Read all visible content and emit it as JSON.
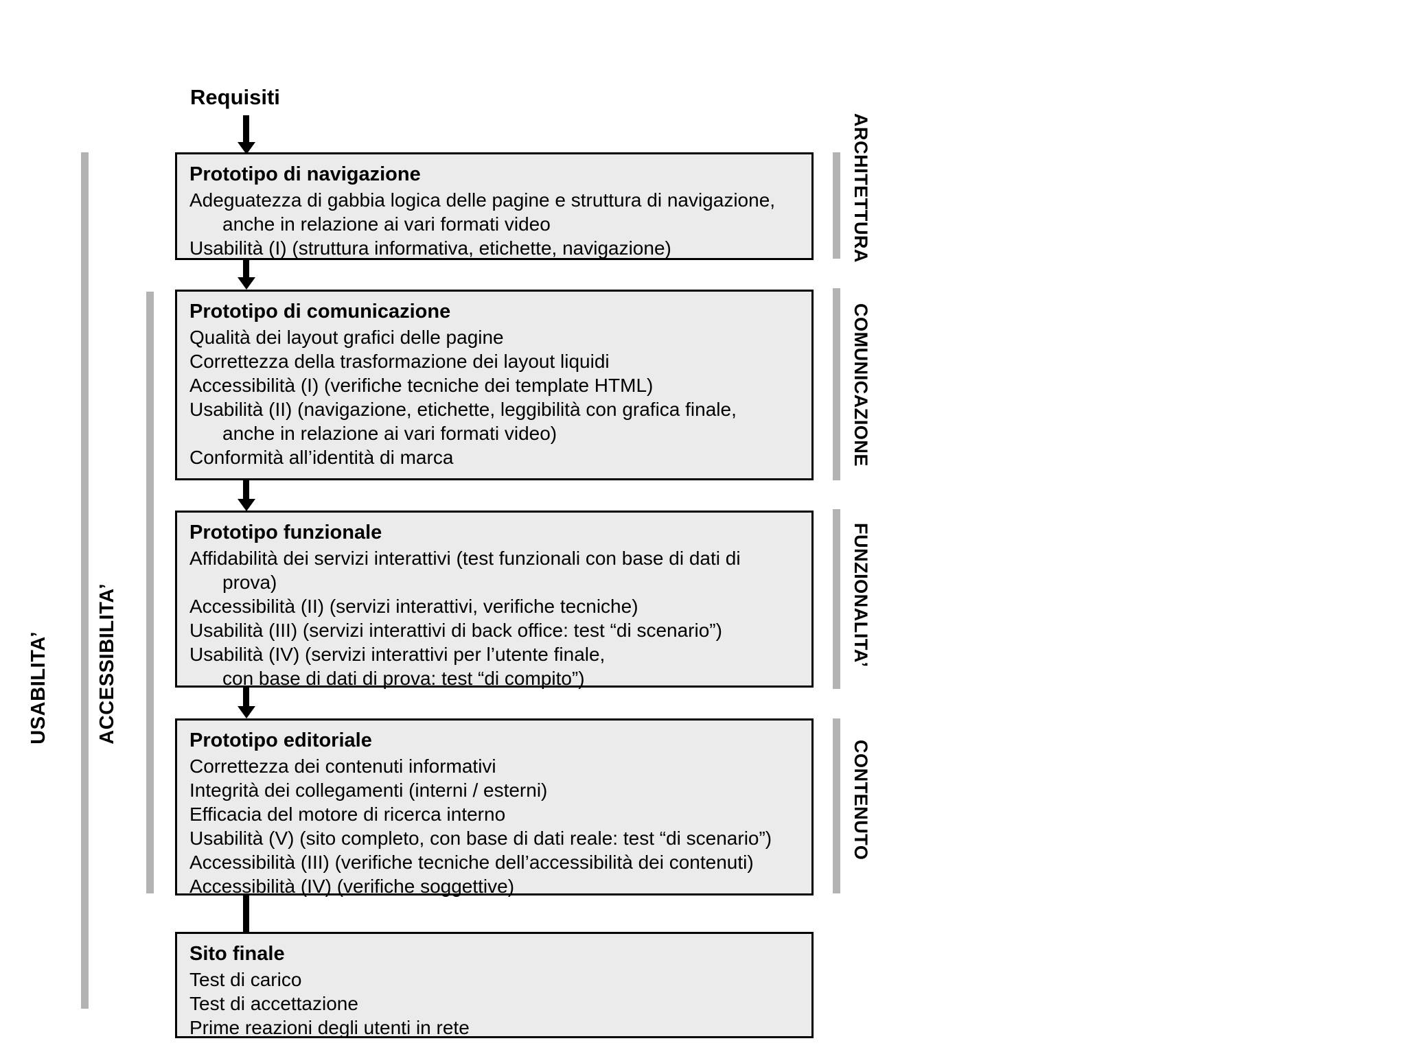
{
  "diagram": {
    "entry_label": "Requisiti",
    "left_axes": [
      {
        "name": "usabilita",
        "label": "USABILITA’"
      },
      {
        "name": "accessibilita",
        "label": "ACCESSIBILITA’"
      }
    ],
    "right_axes": [
      {
        "name": "architettura",
        "label": "ARCHITETTURA"
      },
      {
        "name": "comunicazione",
        "label": "COMUNICAZIONE"
      },
      {
        "name": "funzionalita",
        "label": "FUNZIONALITA’"
      },
      {
        "name": "contenuto",
        "label": "CONTENUTO"
      }
    ],
    "colors": {
      "box_fill": "#ebebeb",
      "box_border": "#000000",
      "rule": "#b3b3b3",
      "text": "#000000"
    },
    "stages": [
      {
        "name": "prototipo-di-navigazione",
        "title": "Prototipo di navigazione",
        "lines": [
          {
            "text": "Adeguatezza di gabbia logica delle pagine e struttura di navigazione,",
            "indent": false
          },
          {
            "text": "anche in relazione ai vari formati video",
            "indent": true
          },
          {
            "text": "Usabilità (I)  (struttura informativa, etichette, navigazione)",
            "indent": false
          }
        ]
      },
      {
        "name": "prototipo-di-comunicazione",
        "title": "Prototipo di comunicazione",
        "lines": [
          {
            "text": "Qualità dei layout grafici delle pagine",
            "indent": false
          },
          {
            "text": "Correttezza della trasformazione dei layout liquidi",
            "indent": false
          },
          {
            "text": "Accessibilità (I) (verifiche tecniche dei template HTML)",
            "indent": false
          },
          {
            "text": "Usabilità (II) (navigazione, etichette, leggibilità con grafica finale,",
            "indent": false
          },
          {
            "text": "anche in relazione ai vari formati video)",
            "indent": true
          },
          {
            "text": "Conformità all’identità di marca",
            "indent": false
          }
        ]
      },
      {
        "name": "prototipo-funzionale",
        "title": "Prototipo funzionale",
        "lines": [
          {
            "text": "Affidabilità dei servizi interattivi (test funzionali con base di dati di",
            "indent": false
          },
          {
            "text": "prova)",
            "indent": true
          },
          {
            "text": "Accessibilità (II) (servizi interattivi, verifiche tecniche)",
            "indent": false
          },
          {
            "text": "Usabilità (III) (servizi interattivi di back office: test “di scenario”)",
            "indent": false
          },
          {
            "text": "Usabilità (IV) (servizi interattivi per l’utente finale,",
            "indent": false
          },
          {
            "text": "con base di dati di prova: test “di compito”)",
            "indent": true
          }
        ]
      },
      {
        "name": "prototipo-editoriale",
        "title": "Prototipo editoriale",
        "lines": [
          {
            "text": "Correttezza dei contenuti informativi",
            "indent": false
          },
          {
            "text": "Integrità dei collegamenti (interni / esterni)",
            "indent": false
          },
          {
            "text": "Efficacia del motore di ricerca interno",
            "indent": false
          },
          {
            "text": "Usabilità (V) (sito completo, con base di dati reale: test “di scenario”)",
            "indent": false
          },
          {
            "text": "Accessibilità (III) (verifiche tecniche dell’accessibilità dei contenuti)",
            "indent": false
          },
          {
            "text": "Accessibilità (IV) (verifiche soggettive)",
            "indent": false
          }
        ]
      },
      {
        "name": "sito-finale",
        "title": "Sito finale",
        "lines": [
          {
            "text": "Test di carico",
            "indent": false
          },
          {
            "text": "Test di accettazione",
            "indent": false
          },
          {
            "text": "Prime reazioni degli utenti in rete",
            "indent": false
          }
        ]
      }
    ]
  }
}
